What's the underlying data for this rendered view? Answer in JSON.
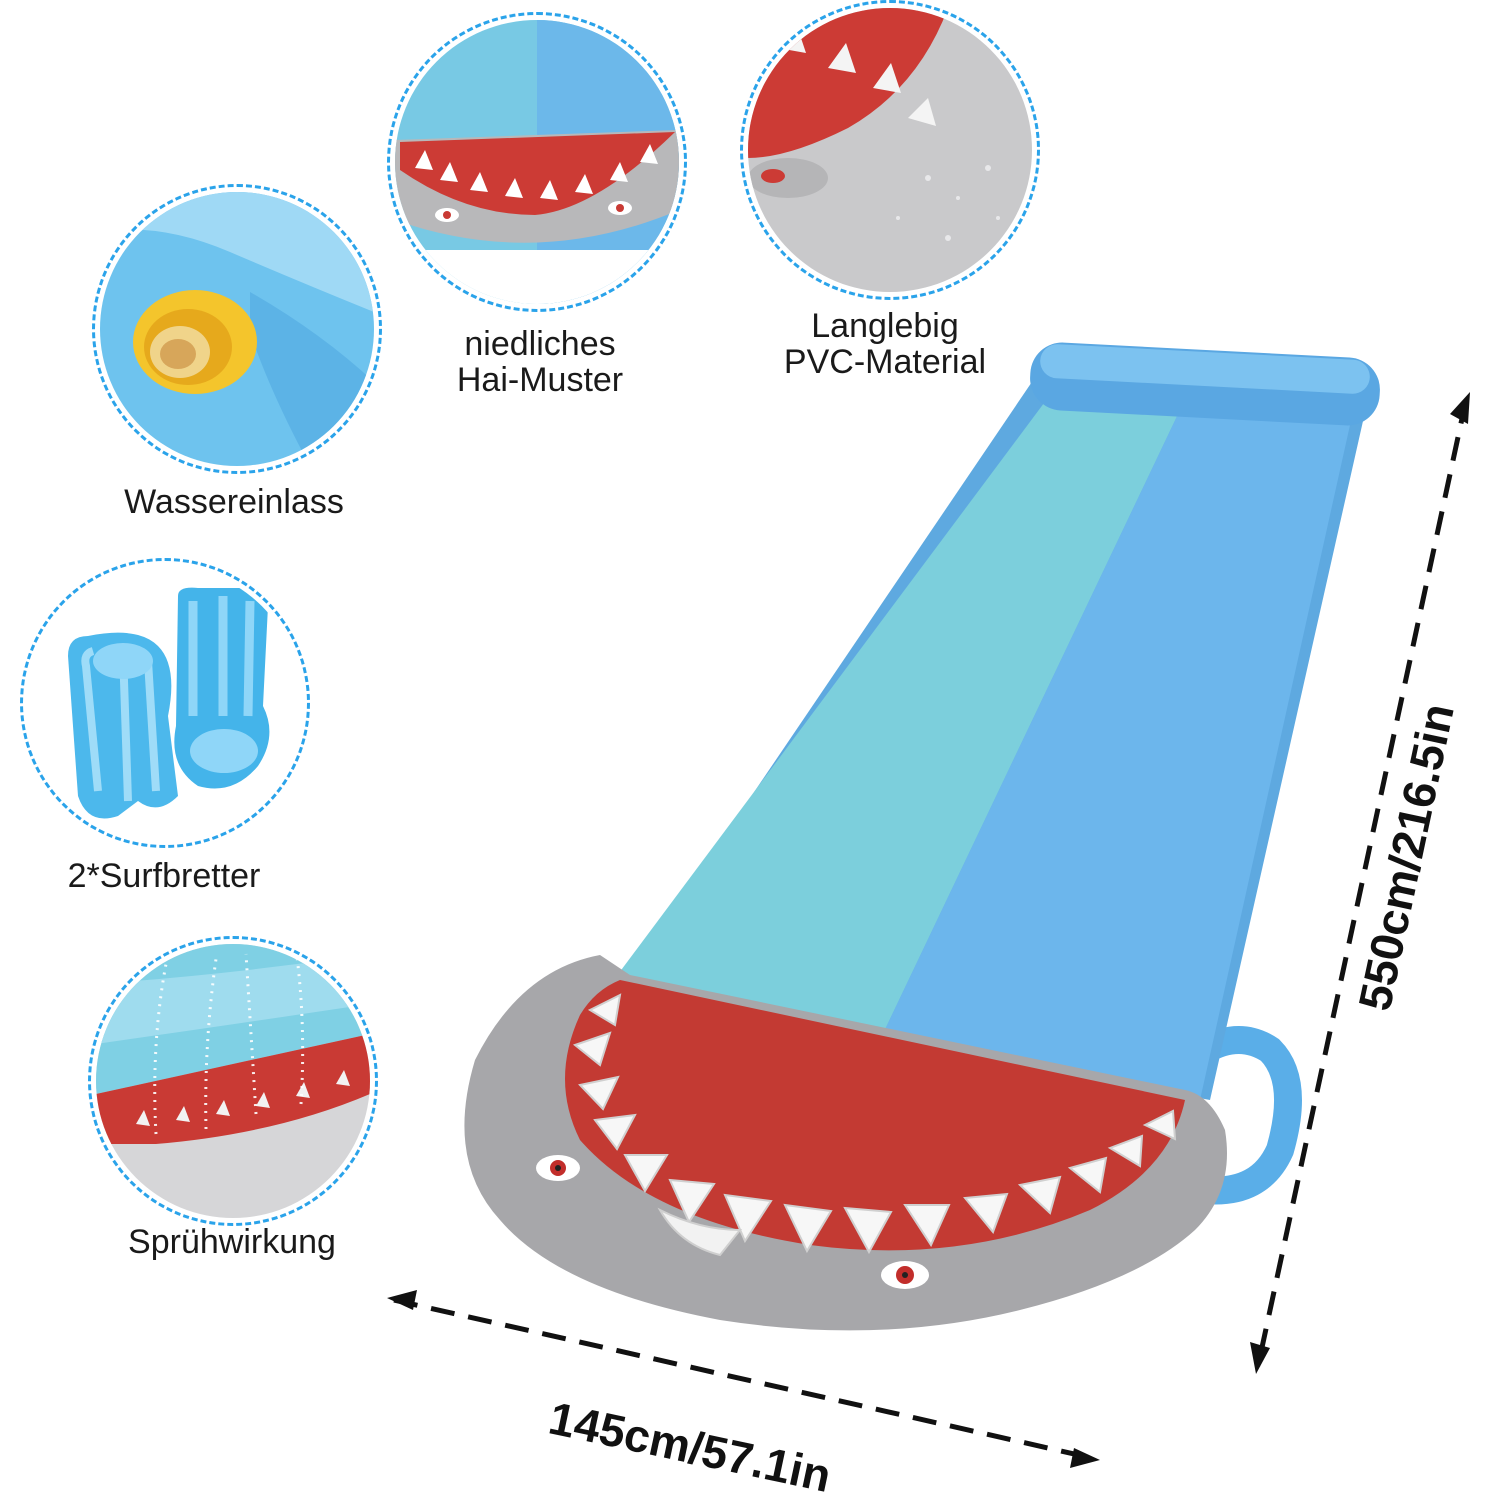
{
  "features": {
    "shark_pattern": "niedliches\nHai-Muster",
    "pvc": "Langlebig\nPVC-Material",
    "inlet": "Wassereinlass",
    "boards": "2*Surfbretter",
    "spray": "Sprühwirkung"
  },
  "dimensions": {
    "length": "550cm/216.5in",
    "width": "145cm/57.1in"
  },
  "colors": {
    "ring": "#2aa3ea",
    "lane_left": "#79cfe0",
    "lane_right": "#6bb8ea",
    "shark_red": "#c93a34",
    "shark_grey": "#a9a9ab"
  }
}
